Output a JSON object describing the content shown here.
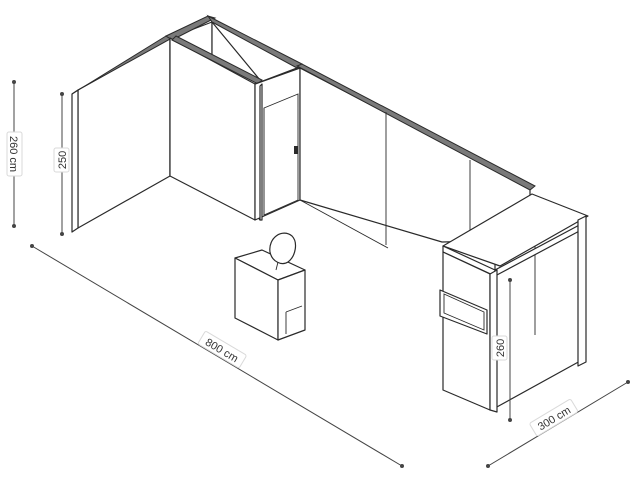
{
  "dimensions": {
    "total_height": "260 cm",
    "wall_height": "250",
    "length": "800 cm",
    "depth": "300 cm",
    "column_height": "260"
  },
  "colors": {
    "line": "#2a2a2a",
    "wall_face": "#ffffff",
    "wall_top": "#6b6b6b",
    "wall_edge": "#9a9a9a",
    "dim_line": "#444444",
    "label_bg": "#ffffff",
    "label_border": "#d9d9d9"
  }
}
